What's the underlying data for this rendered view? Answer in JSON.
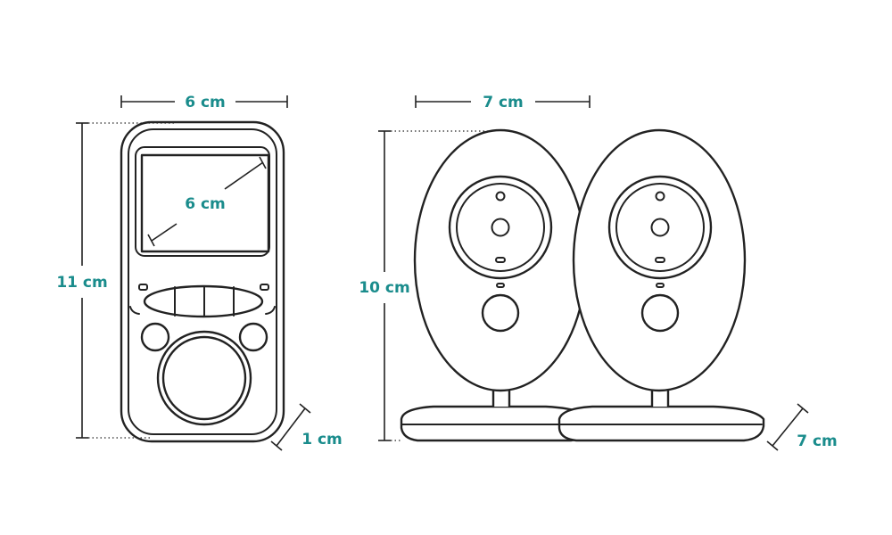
{
  "accent_color": "#1a8c8c",
  "outline_color": "#222222",
  "parent_unit": {
    "width_label": "6 cm",
    "height_label": "11 cm",
    "screen_label": "6 cm",
    "depth_label": "1 cm"
  },
  "camera_units": {
    "width_label": "7 cm",
    "height_label": "10 cm",
    "depth_label": "7 cm"
  }
}
